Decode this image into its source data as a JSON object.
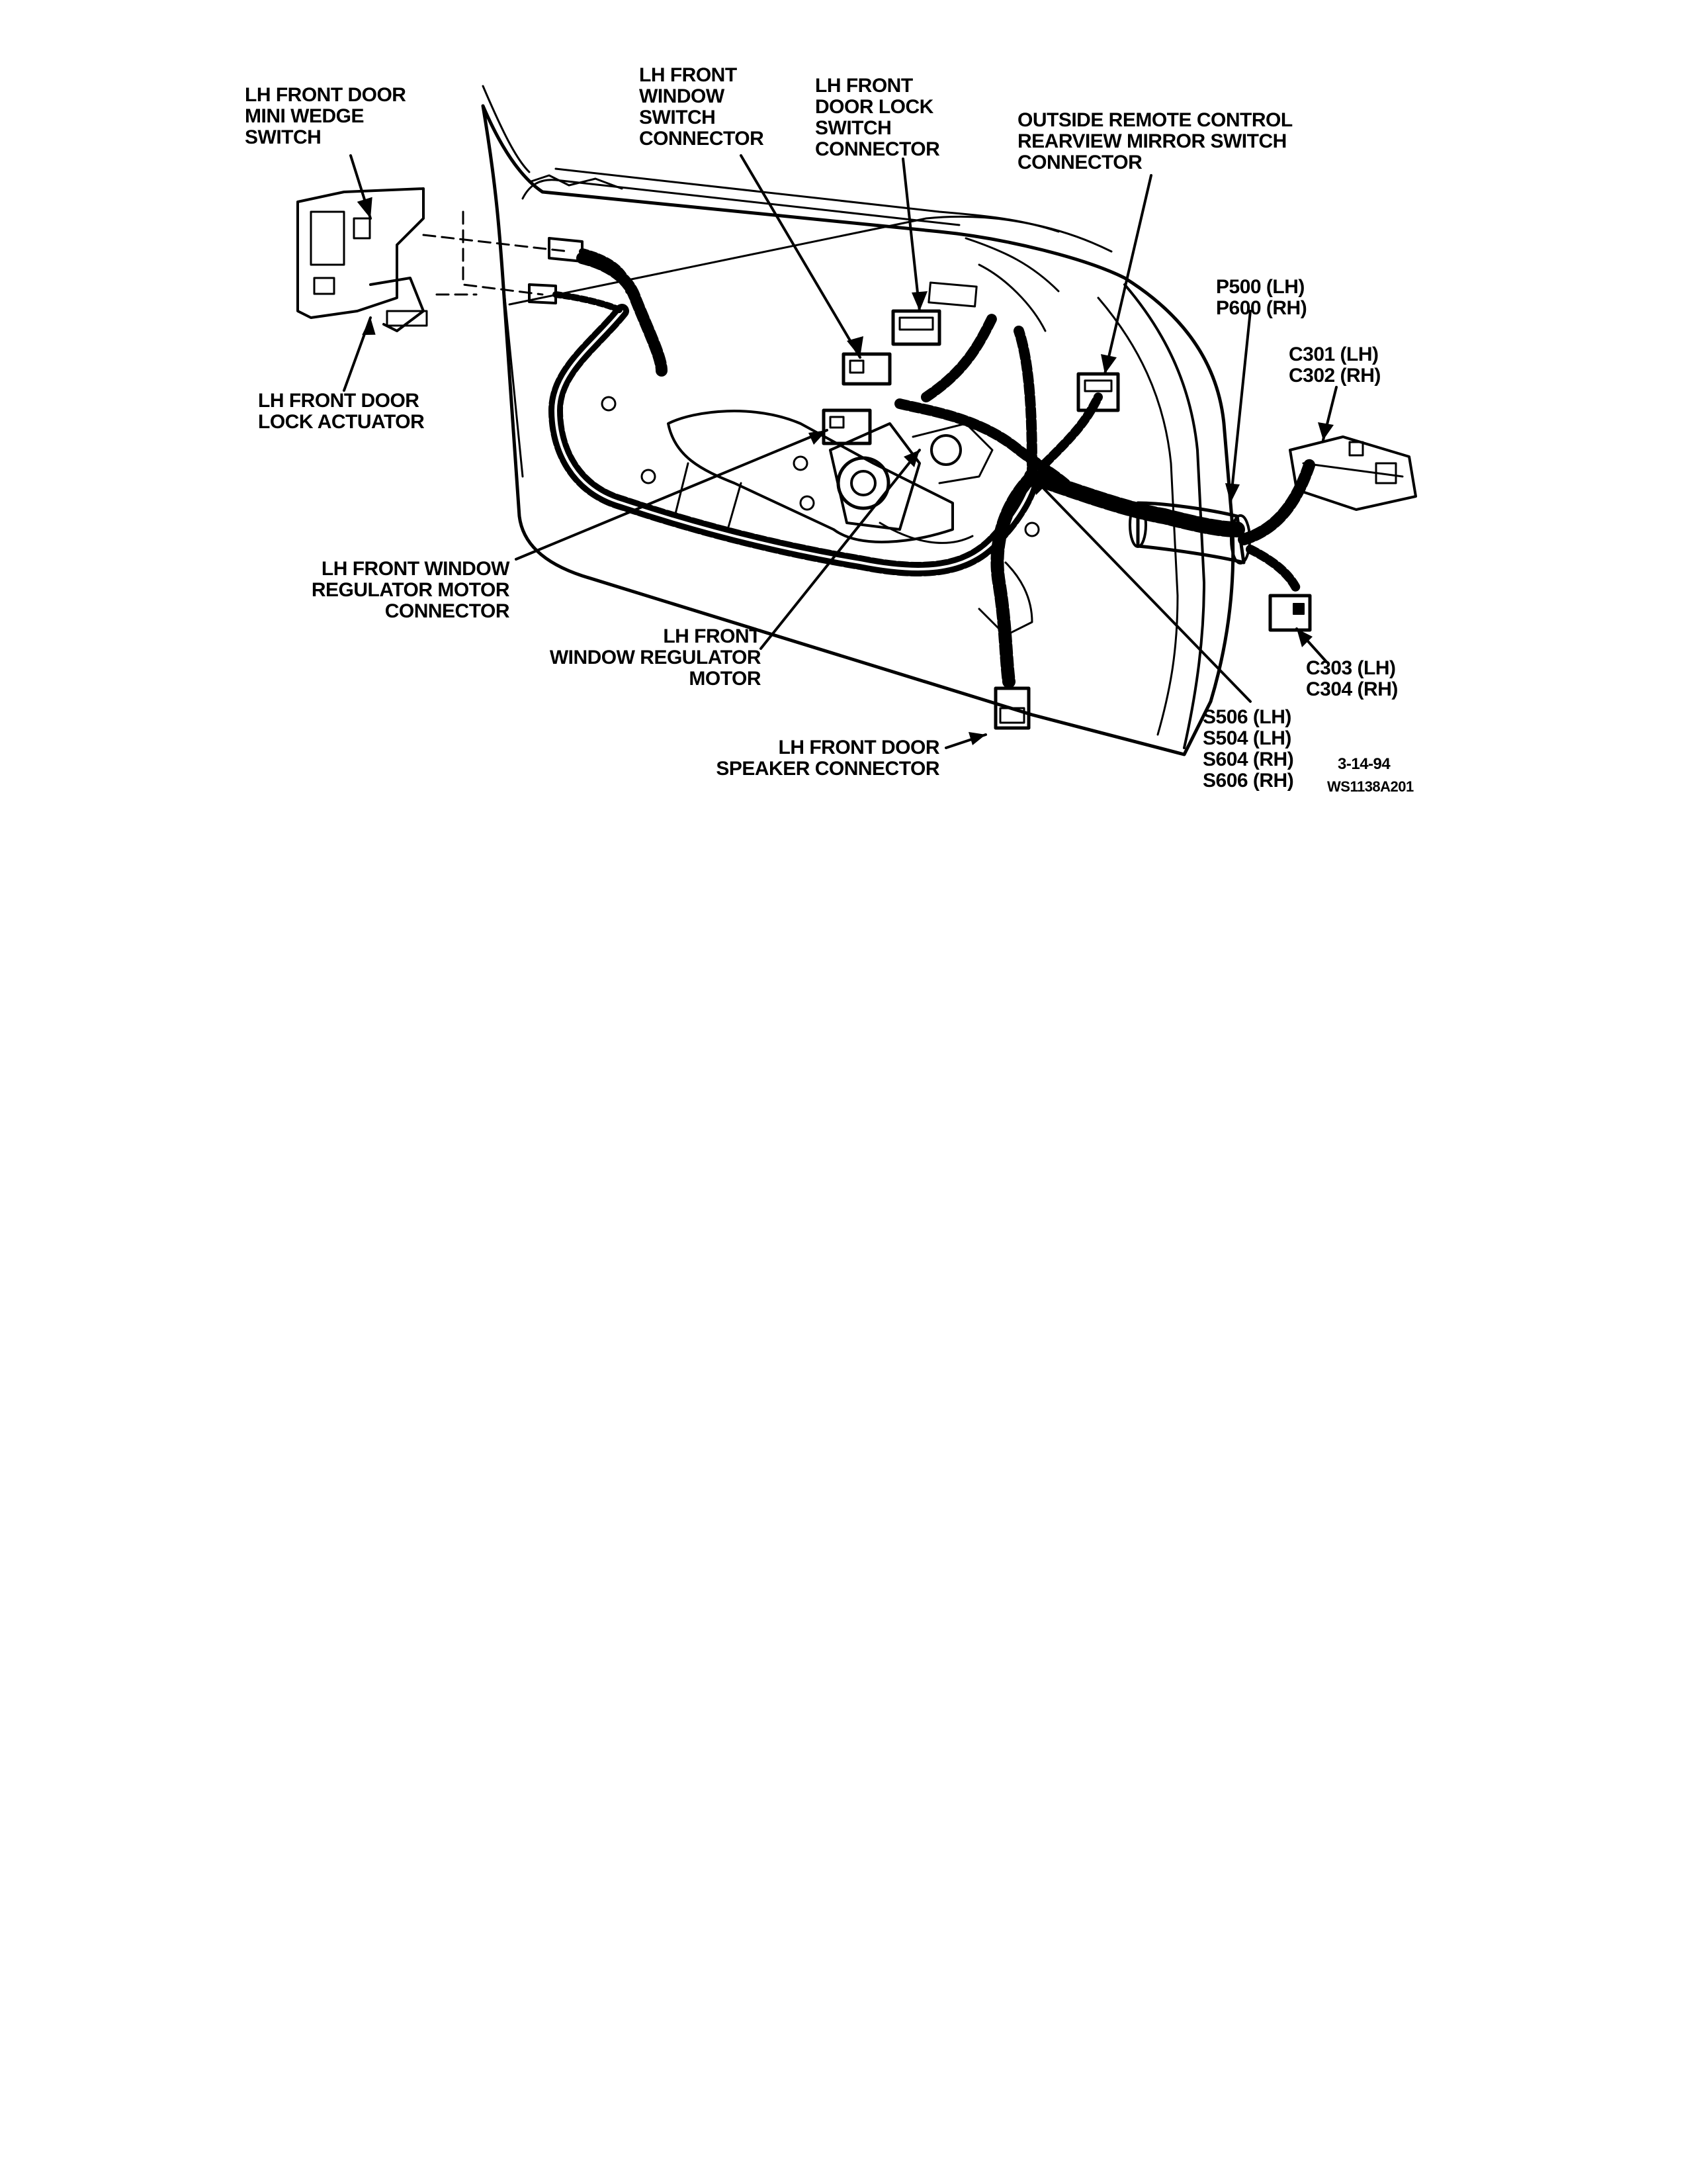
{
  "labels": {
    "mini_wedge_switch": [
      "LH FRONT DOOR",
      "MINI WEDGE",
      "SWITCH"
    ],
    "window_switch_connector": [
      "LH FRONT",
      "WINDOW",
      "SWITCH",
      "CONNECTOR"
    ],
    "door_lock_switch_connector": [
      "LH FRONT",
      "DOOR LOCK",
      "SWITCH",
      "CONNECTOR"
    ],
    "mirror_switch_connector": [
      "OUTSIDE REMOTE CONTROL",
      "REARVIEW MIRROR SWITCH",
      "CONNECTOR"
    ],
    "p_connector": [
      "P500 (LH)",
      "P600 (RH)"
    ],
    "c301_c302": [
      "C301 (LH)",
      "C302 (RH)"
    ],
    "lock_actuator": [
      "LH FRONT DOOR",
      "LOCK ACTUATOR"
    ],
    "regulator_motor_connector": [
      "LH FRONT WINDOW",
      "REGULATOR MOTOR",
      "CONNECTOR"
    ],
    "regulator_motor": [
      "LH FRONT",
      "WINDOW REGULATOR",
      "MOTOR"
    ],
    "c303_c304": [
      "C303 (LH)",
      "C304 (RH)"
    ],
    "splices": [
      "S506 (LH)",
      "S504 (LH)",
      "S604 (RH)",
      "S606 (RH)"
    ],
    "speaker_connector": [
      "LH FRONT DOOR",
      "SPEAKER CONNECTOR"
    ],
    "date": "3-14-94",
    "figure_id": "WS1138A201"
  }
}
